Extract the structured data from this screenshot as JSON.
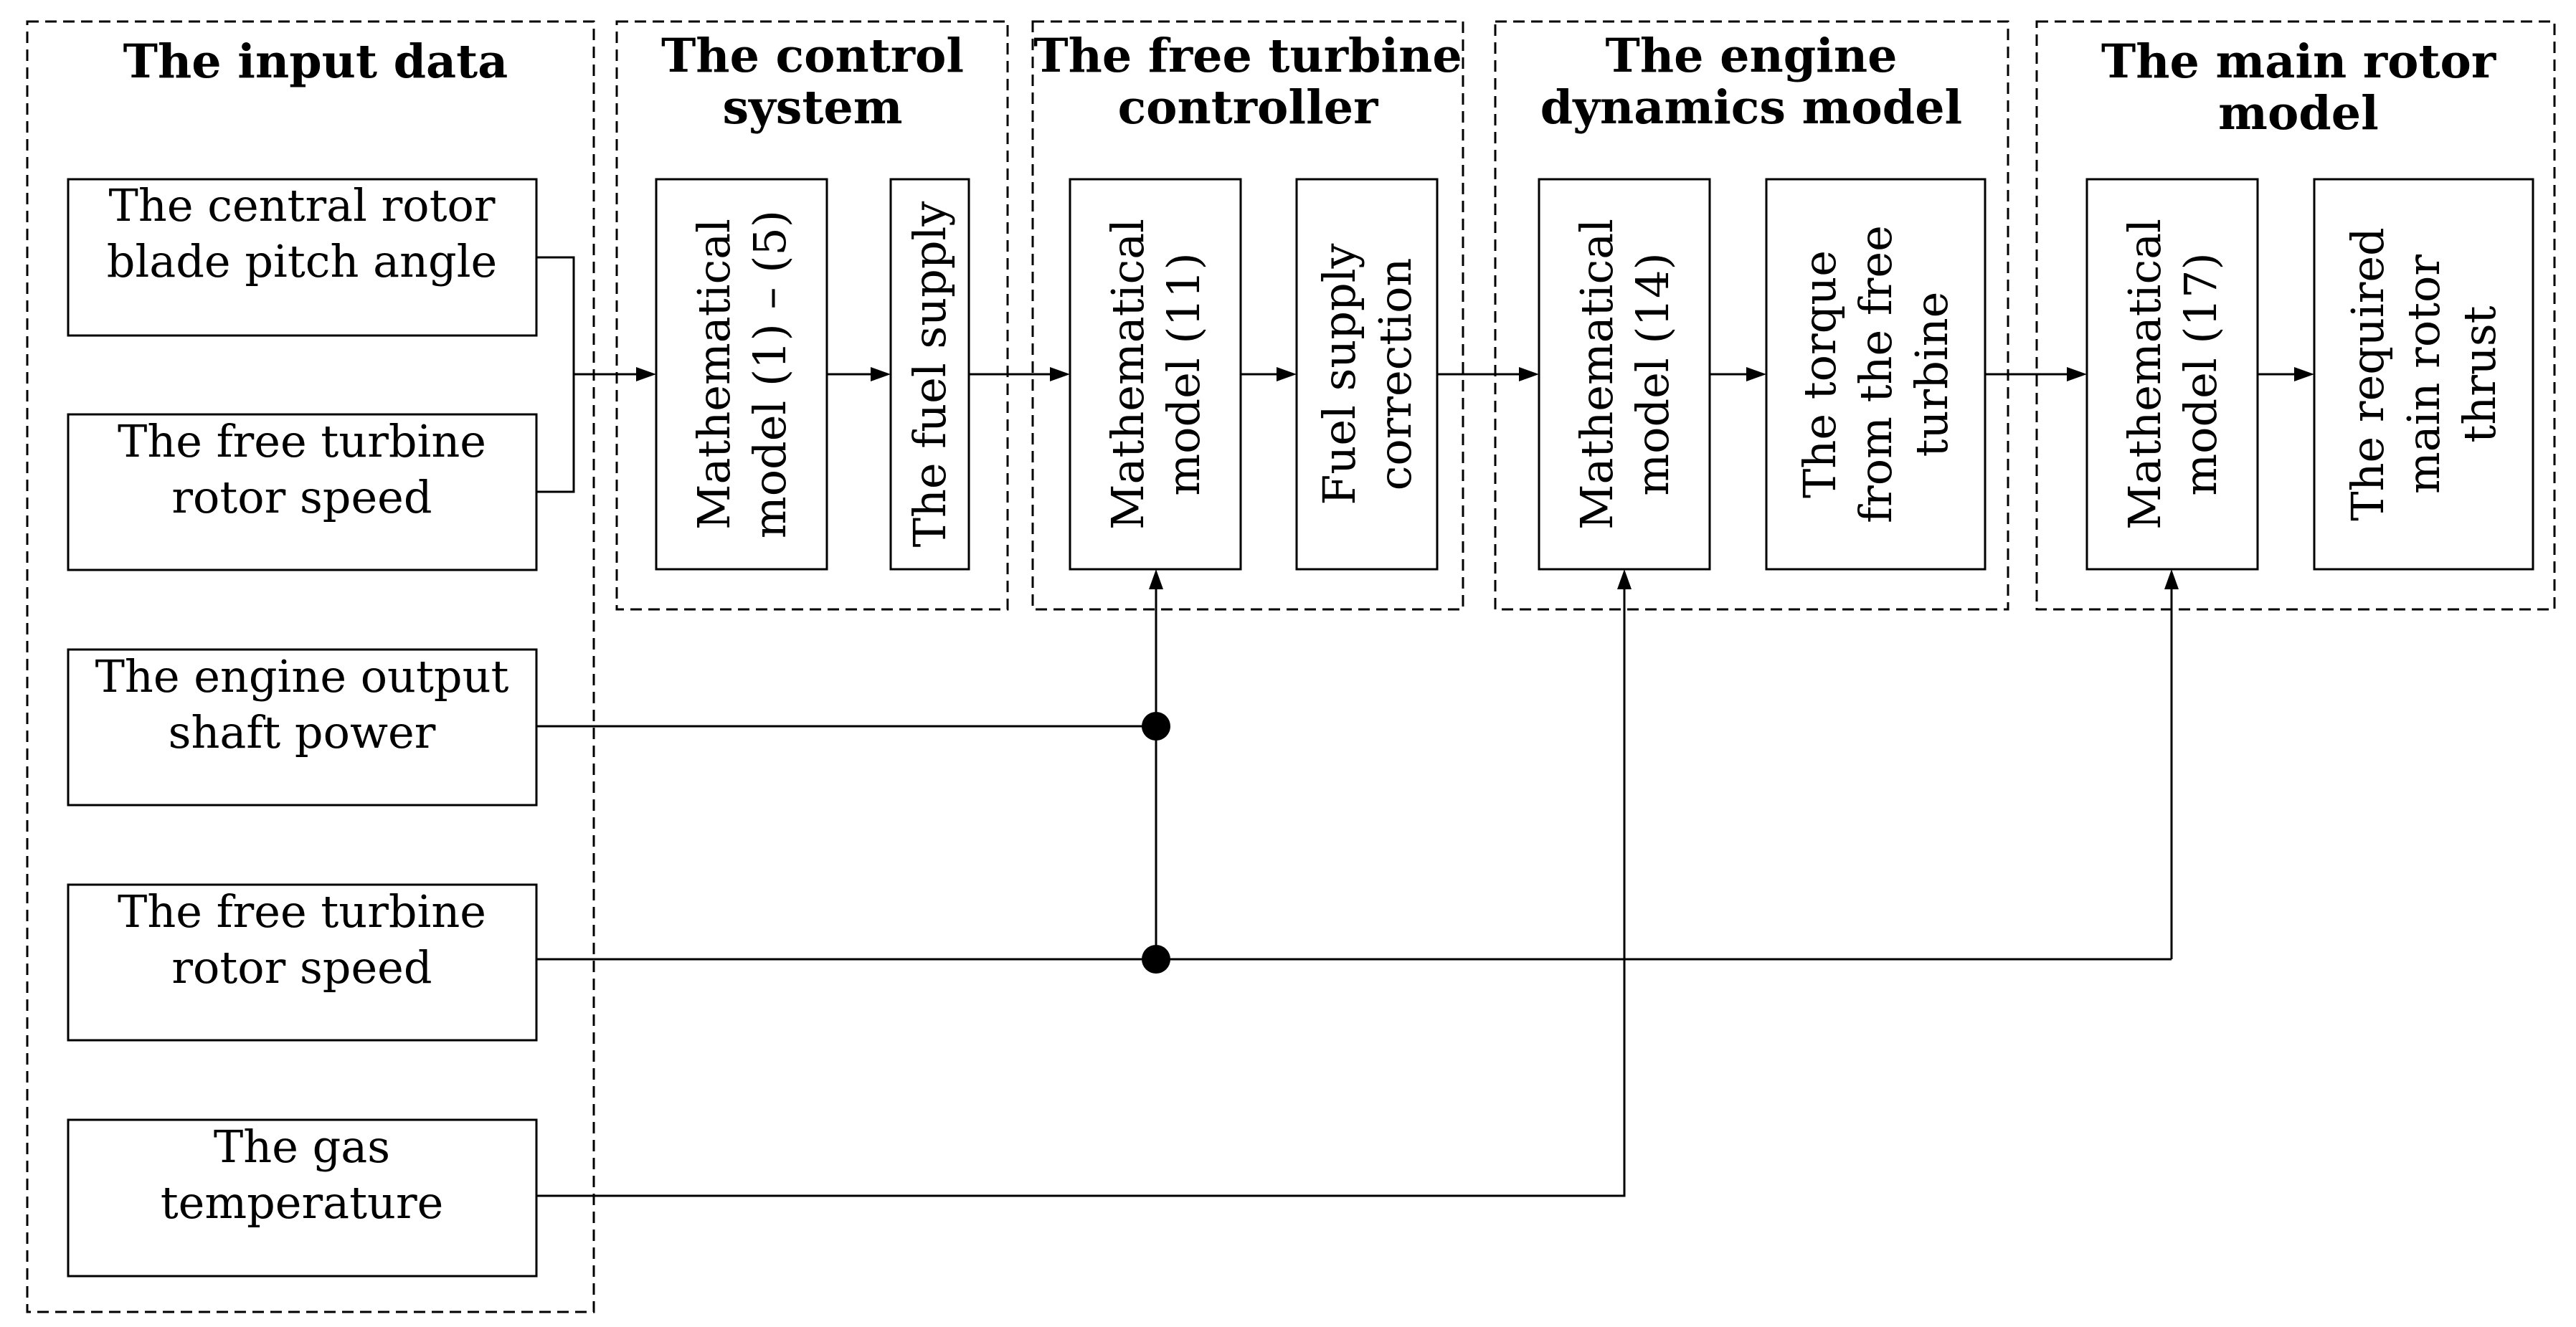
{
  "groups": {
    "input": {
      "title": [
        "The input data"
      ]
    },
    "control": {
      "title": [
        "The control",
        "system"
      ]
    },
    "free_turbine": {
      "title": [
        "The free turbine",
        "controller"
      ]
    },
    "engine": {
      "title": [
        "The engine",
        "dynamics model"
      ]
    },
    "main_rotor": {
      "title": [
        "The main rotor",
        "model"
      ]
    }
  },
  "inputs": {
    "blade_pitch": [
      "The central rotor",
      "blade pitch angle"
    ],
    "rotor_speed_top": [
      "The free turbine",
      "rotor speed"
    ],
    "shaft_power": [
      "The engine output",
      "shaft power"
    ],
    "rotor_speed_bottom": [
      "The free turbine",
      "rotor speed"
    ],
    "gas_temperature": [
      "The gas",
      "temperature"
    ]
  },
  "blocks": {
    "control_model": [
      "Mathematical",
      "model (1) – (5)"
    ],
    "fuel_supply": [
      "The fuel supply"
    ],
    "ft_model": [
      "Mathematical",
      "model (11)"
    ],
    "fuel_correction": [
      "Fuel supply",
      "correction"
    ],
    "engine_model": [
      "Mathematical",
      "model (14)"
    ],
    "torque": [
      "The torque",
      "from the free",
      "turbine"
    ],
    "rotor_model": [
      "Mathematical",
      "model (17)"
    ],
    "thrust": [
      "The required",
      "main rotor",
      "thrust"
    ]
  }
}
